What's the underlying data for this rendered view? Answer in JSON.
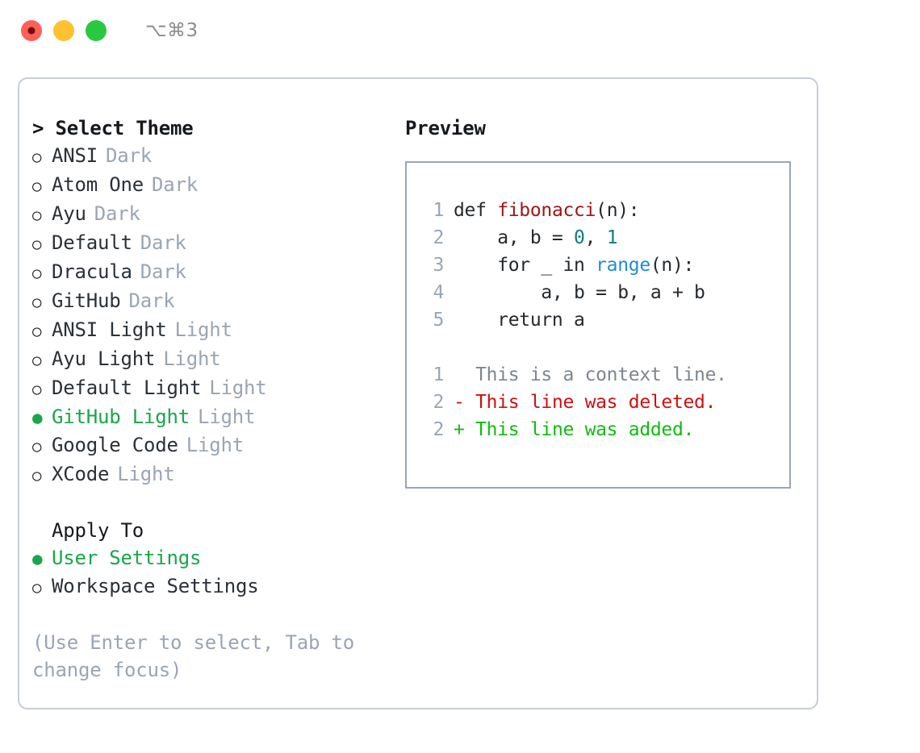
{
  "titlebar": {
    "shortcut": "⌥⌘3",
    "buttons": [
      {
        "name": "close",
        "color": "#ff5f57"
      },
      {
        "name": "minimize",
        "color": "#ffc131"
      },
      {
        "name": "maximize",
        "color": "#28c840"
      }
    ]
  },
  "theme_list": {
    "header": "> Select Theme",
    "items": [
      {
        "bullet": "○",
        "label": "ANSI",
        "badge": "Dark",
        "selected": false
      },
      {
        "bullet": "○",
        "label": "Atom One",
        "badge": "Dark",
        "selected": false
      },
      {
        "bullet": "○",
        "label": "Ayu",
        "badge": "Dark",
        "selected": false
      },
      {
        "bullet": "○",
        "label": "Default",
        "badge": "Dark",
        "selected": false
      },
      {
        "bullet": "○",
        "label": "Dracula",
        "badge": "Dark",
        "selected": false
      },
      {
        "bullet": "○",
        "label": "GitHub",
        "badge": "Dark",
        "selected": false
      },
      {
        "bullet": "○",
        "label": "ANSI Light",
        "badge": "Light",
        "selected": false
      },
      {
        "bullet": "○",
        "label": "Ayu Light",
        "badge": "Light",
        "selected": false
      },
      {
        "bullet": "○",
        "label": "Default Light",
        "badge": "Light",
        "selected": false
      },
      {
        "bullet": "●",
        "label": "GitHub Light",
        "badge": "Light",
        "selected": true
      },
      {
        "bullet": "○",
        "label": "Google Code",
        "badge": "Light",
        "selected": false
      },
      {
        "bullet": "○",
        "label": "XCode",
        "badge": "Light",
        "selected": false
      }
    ]
  },
  "apply_to": {
    "header": "Apply To",
    "options": [
      {
        "bullet": "●",
        "label": "User Settings",
        "selected": true
      },
      {
        "bullet": "○",
        "label": "Workspace Settings",
        "selected": false
      }
    ]
  },
  "hint": "(Use Enter to select, Tab to change focus)",
  "preview": {
    "title": "Preview",
    "code_lines": [
      {
        "num": "1",
        "tokens": [
          {
            "t": "def ",
            "c": "kw"
          },
          {
            "t": "fibonacci",
            "c": "fn"
          },
          {
            "t": "(n):",
            "c": "plain"
          }
        ]
      },
      {
        "num": "2",
        "tokens": [
          {
            "t": "    a, b = ",
            "c": "plain"
          },
          {
            "t": "0",
            "c": "num"
          },
          {
            "t": ", ",
            "c": "plain"
          },
          {
            "t": "1",
            "c": "num"
          }
        ]
      },
      {
        "num": "3",
        "tokens": [
          {
            "t": "    for _ in ",
            "c": "plain"
          },
          {
            "t": "range",
            "c": "builtin"
          },
          {
            "t": "(n):",
            "c": "plain"
          }
        ]
      },
      {
        "num": "4",
        "tokens": [
          {
            "t": "        a, b = b, a + b",
            "c": "plain"
          }
        ]
      },
      {
        "num": "5",
        "tokens": [
          {
            "t": "    return a",
            "c": "plain"
          }
        ]
      }
    ],
    "diff_lines": [
      {
        "num": "1",
        "marker": "  ",
        "text": "This is a context line.",
        "kind": "context"
      },
      {
        "num": "2",
        "marker": "- ",
        "text": "This line was deleted.",
        "kind": "del"
      },
      {
        "num": "2",
        "marker": "+ ",
        "text": "This line was added.",
        "kind": "add"
      }
    ]
  },
  "colors": {
    "accent_green": "#1aa64a",
    "muted": "#9aa5b4",
    "panel_border": "#c6ccd6",
    "preview_border": "#9aa5b4",
    "fn_red": "#a31515",
    "num_teal": "#0f7d7d",
    "builtin_blue": "#1f8dd6",
    "diff_del": "#cc1111",
    "diff_add": "#12bb12"
  }
}
